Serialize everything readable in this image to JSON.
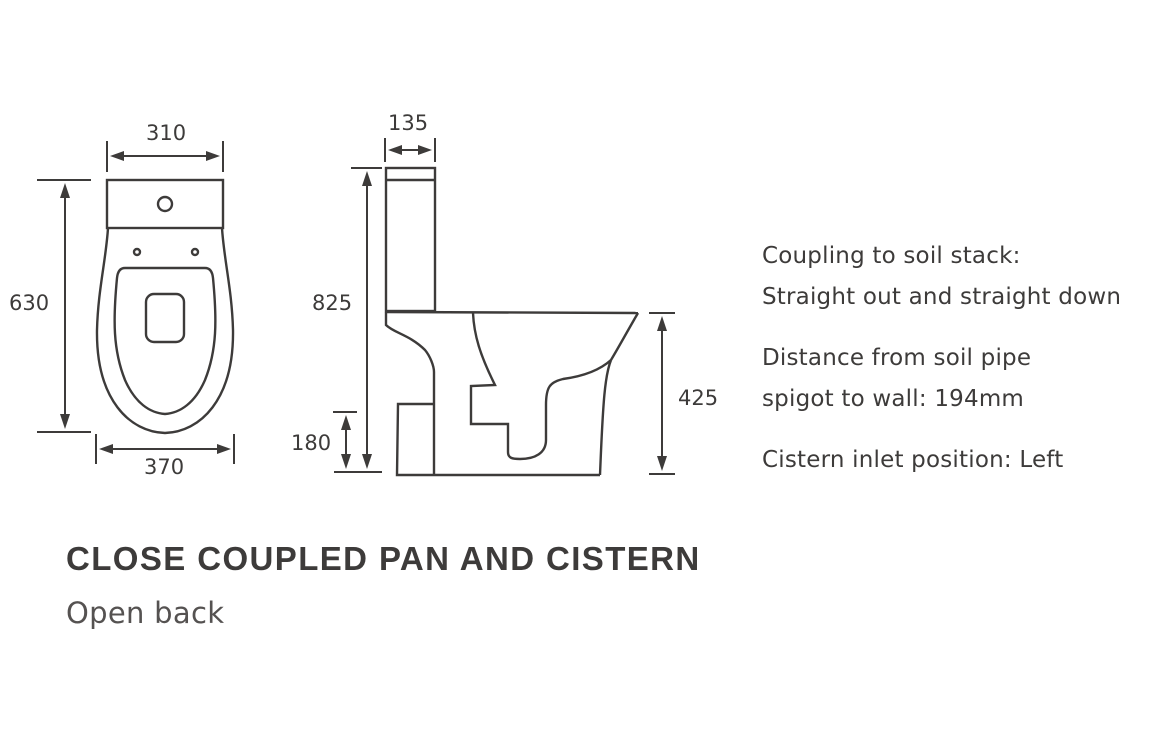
{
  "diagram": {
    "line_color": "#3d3b3a",
    "top_view": {
      "width_top_label": "310",
      "height_label": "630",
      "width_bottom_label": "370"
    },
    "side_view": {
      "cistern_depth_label": "135",
      "total_height_label": "825",
      "outlet_height_label": "180",
      "pan_height_label": "425"
    }
  },
  "notes": [
    {
      "lines": [
        "Coupling to soil stack:",
        "Straight out and straight down"
      ]
    },
    {
      "lines": [
        "Distance from soil pipe",
        "spigot to wall: 194mm"
      ]
    },
    {
      "lines": [
        "Cistern inlet position: Left"
      ]
    }
  ],
  "product": {
    "title": "CLOSE COUPLED PAN AND CISTERN",
    "subtitle": "Open back"
  }
}
